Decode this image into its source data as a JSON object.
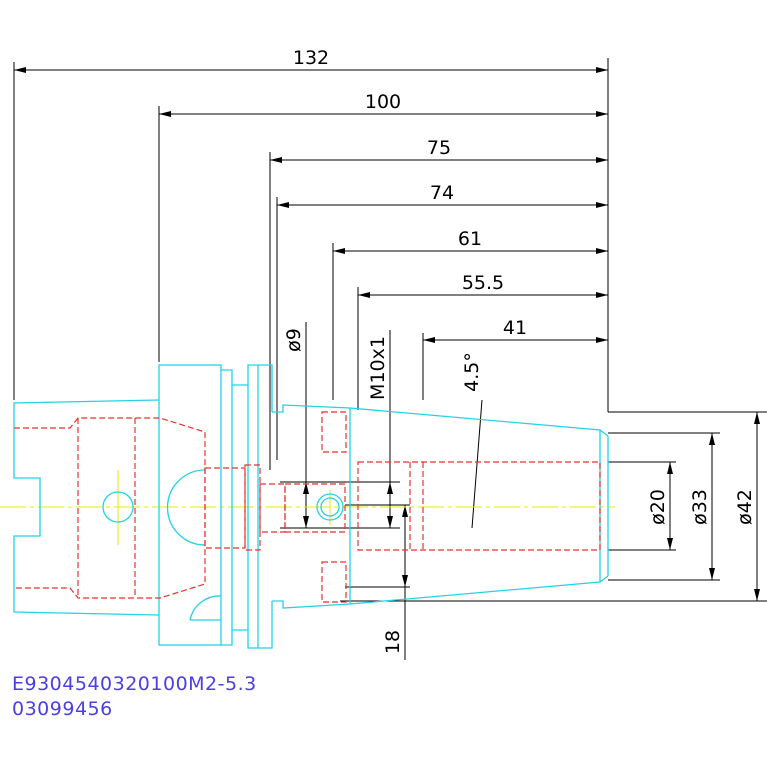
{
  "colors": {
    "outline": "#22d3e6",
    "hidden": "#e8322f",
    "centerline": "#e8e800",
    "dimension": "#000000",
    "code_text": "#4a3fe0"
  },
  "dimensions": {
    "d132": "132",
    "d100": "100",
    "d75": "75",
    "d74": "74",
    "d61": "61",
    "d55_5": "55.5",
    "d41": "41",
    "dia9": "ø9",
    "thread": "M10x1",
    "angle": "4.5°",
    "dia20": "ø20",
    "dia33": "ø33",
    "dia42": "ø42",
    "d18": "18"
  },
  "part_number": "E9304540320100M2-5.3",
  "drawing_number": "03099456"
}
